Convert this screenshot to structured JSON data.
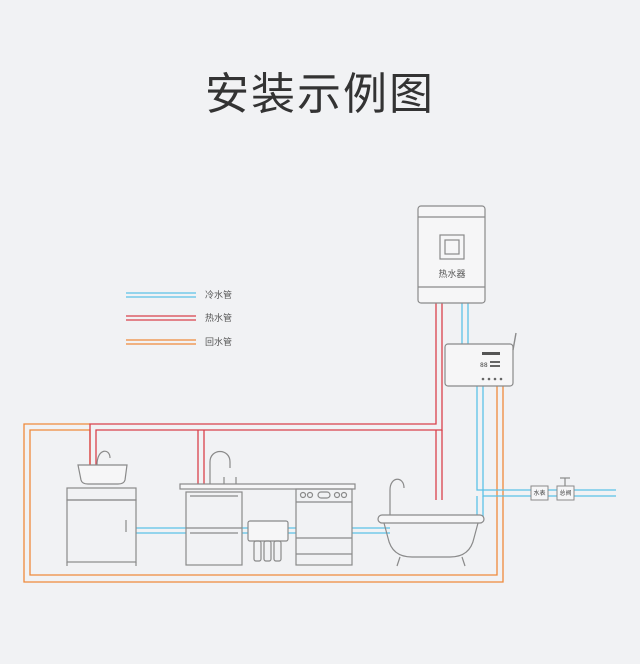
{
  "title": "安装示例图",
  "legend": [
    {
      "label": "冷水管",
      "color": "#5bc2e7"
    },
    {
      "label": "热水管",
      "color": "#d9414b"
    },
    {
      "label": "回水管",
      "color": "#ef8a3b"
    }
  ],
  "heater": {
    "label": "热水器"
  },
  "pump": {
    "display": "88"
  },
  "fittings": {
    "meter": "水表",
    "valve": "总阀"
  },
  "colors": {
    "cold": "#5bc2e7",
    "hot": "#d9414b",
    "return": "#ef8a3b",
    "fixture": "#8a8a8a"
  },
  "icons": [
    "water-heater-icon",
    "circulation-pump-icon",
    "basin-icon",
    "sink-icon",
    "dishwasher-icon",
    "water-purifier-icon",
    "bathtub-icon",
    "water-meter-icon",
    "valve-icon"
  ]
}
